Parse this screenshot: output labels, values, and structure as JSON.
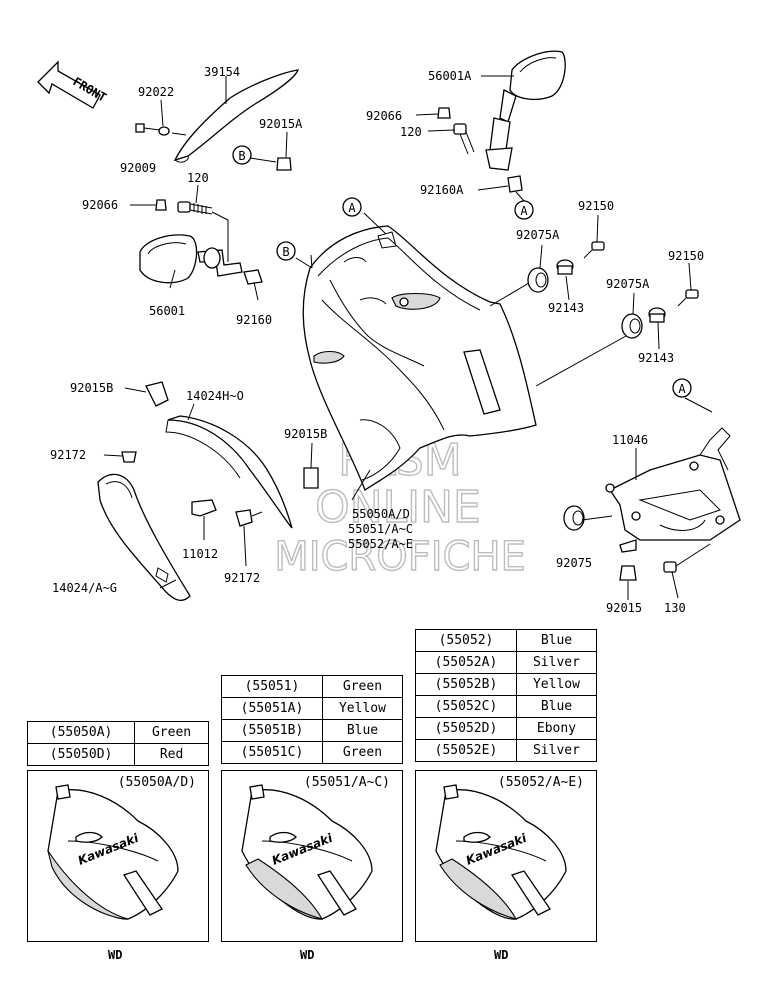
{
  "front_arrow": "FRONT",
  "callouts": {
    "p39154": "39154",
    "p92022": "92022",
    "p92009": "92009",
    "p92015A": "92015A",
    "p92066_left": "92066",
    "p120_left": "120",
    "p56001": "56001",
    "p92160": "92160",
    "p56001A": "56001A",
    "p92066_right": "92066",
    "p120_right": "120",
    "p92160A": "92160A",
    "p92150_a": "92150",
    "p92075A_a": "92075A",
    "p92143_a": "92143",
    "p92150_b": "92150",
    "p92075A_b": "92075A",
    "p92143_b": "92143",
    "p92015B_left": "92015B",
    "p14024H": "14024H~O",
    "p92172_left": "92172",
    "p92015B_mid": "92015B",
    "p11012": "11012",
    "p92172_mid": "92172",
    "p14024A": "14024/A~G",
    "p55050": "55050A/D",
    "p55051": "55051/A~C",
    "p55052": "55052/A~E",
    "p11046": "11046",
    "p92075": "92075",
    "p92015": "92015",
    "p130": "130"
  },
  "ref_letters": {
    "A": "A",
    "B": "B"
  },
  "watermark": {
    "line1": "HLSM",
    "line2": "ONLINE",
    "line3": "MICROFICHE"
  },
  "color_tables": {
    "t55050": [
      {
        "part": "(55050A)",
        "color": "Green"
      },
      {
        "part": "(55050D)",
        "color": "Red"
      }
    ],
    "t55051": [
      {
        "part": "(55051)",
        "color": "Green"
      },
      {
        "part": "(55051A)",
        "color": "Yellow"
      },
      {
        "part": "(55051B)",
        "color": "Blue"
      },
      {
        "part": "(55051C)",
        "color": "Green"
      }
    ],
    "t55052": [
      {
        "part": "(55052)",
        "color": "Blue"
      },
      {
        "part": "(55052A)",
        "color": "Silver"
      },
      {
        "part": "(55052B)",
        "color": "Yellow"
      },
      {
        "part": "(55052C)",
        "color": "Blue"
      },
      {
        "part": "(55052D)",
        "color": "Ebony"
      },
      {
        "part": "(55052E)",
        "color": "Silver"
      }
    ]
  },
  "panels": [
    {
      "title": "(55050A/D)",
      "brand": "Kawasaki",
      "footer": "WD"
    },
    {
      "title": "(55051/A~C)",
      "brand": "Kawasaki",
      "footer": "WD"
    },
    {
      "title": "(55052/A~E)",
      "brand": "Kawasaki",
      "footer": "WD"
    }
  ]
}
